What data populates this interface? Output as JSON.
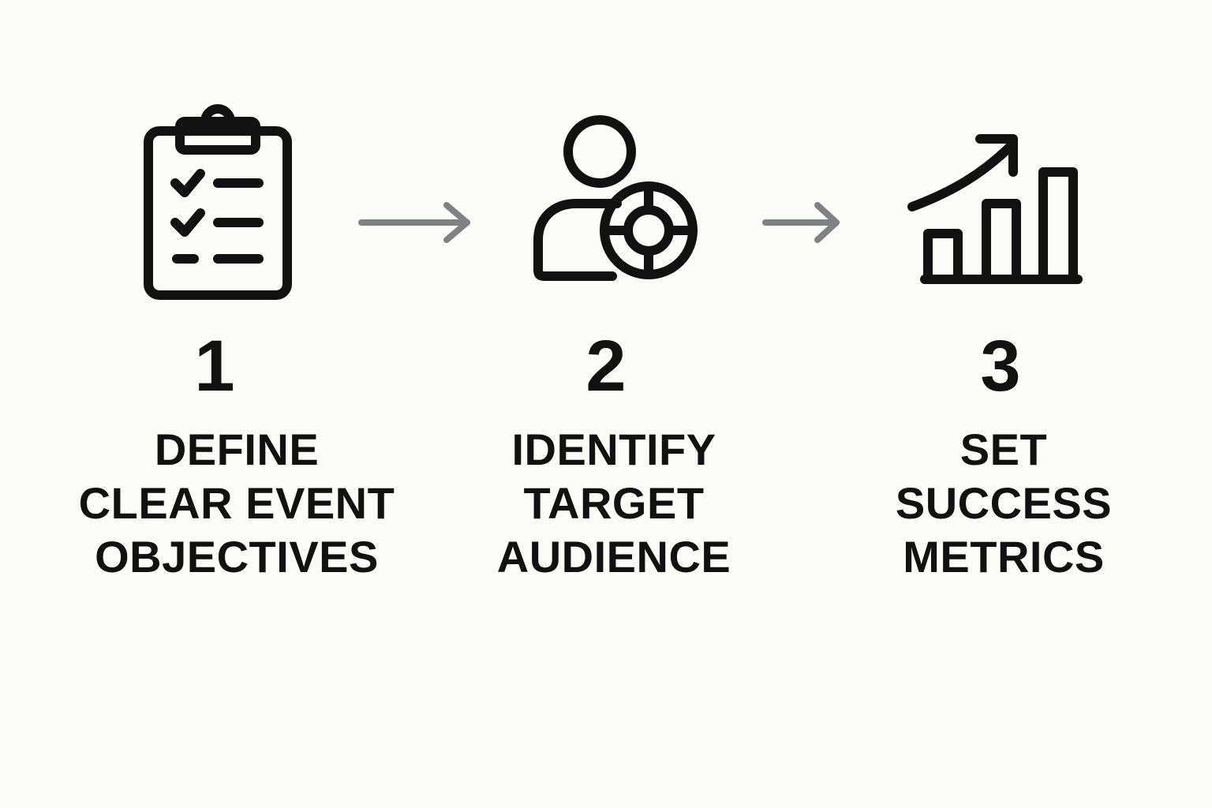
{
  "colors": {
    "background": "#fbfbf8",
    "ink": "#111111",
    "arrow": "#7f8184"
  },
  "steps": [
    {
      "number": "1",
      "icon": "clipboard-checklist-icon",
      "label_lines": [
        "DEFINE",
        "CLEAR EVENT",
        "OBJECTIVES"
      ]
    },
    {
      "number": "2",
      "icon": "user-target-icon",
      "label_lines": [
        "IDENTIFY",
        "TARGET",
        "AUDIENCE"
      ]
    },
    {
      "number": "3",
      "icon": "growth-bar-chart-icon",
      "label_lines": [
        "SET",
        "SUCCESS",
        "METRICS"
      ]
    }
  ],
  "connectors": [
    {
      "from": "1",
      "to": "2",
      "icon": "arrow-right-icon"
    },
    {
      "from": "2",
      "to": "3",
      "icon": "arrow-right-icon"
    }
  ]
}
